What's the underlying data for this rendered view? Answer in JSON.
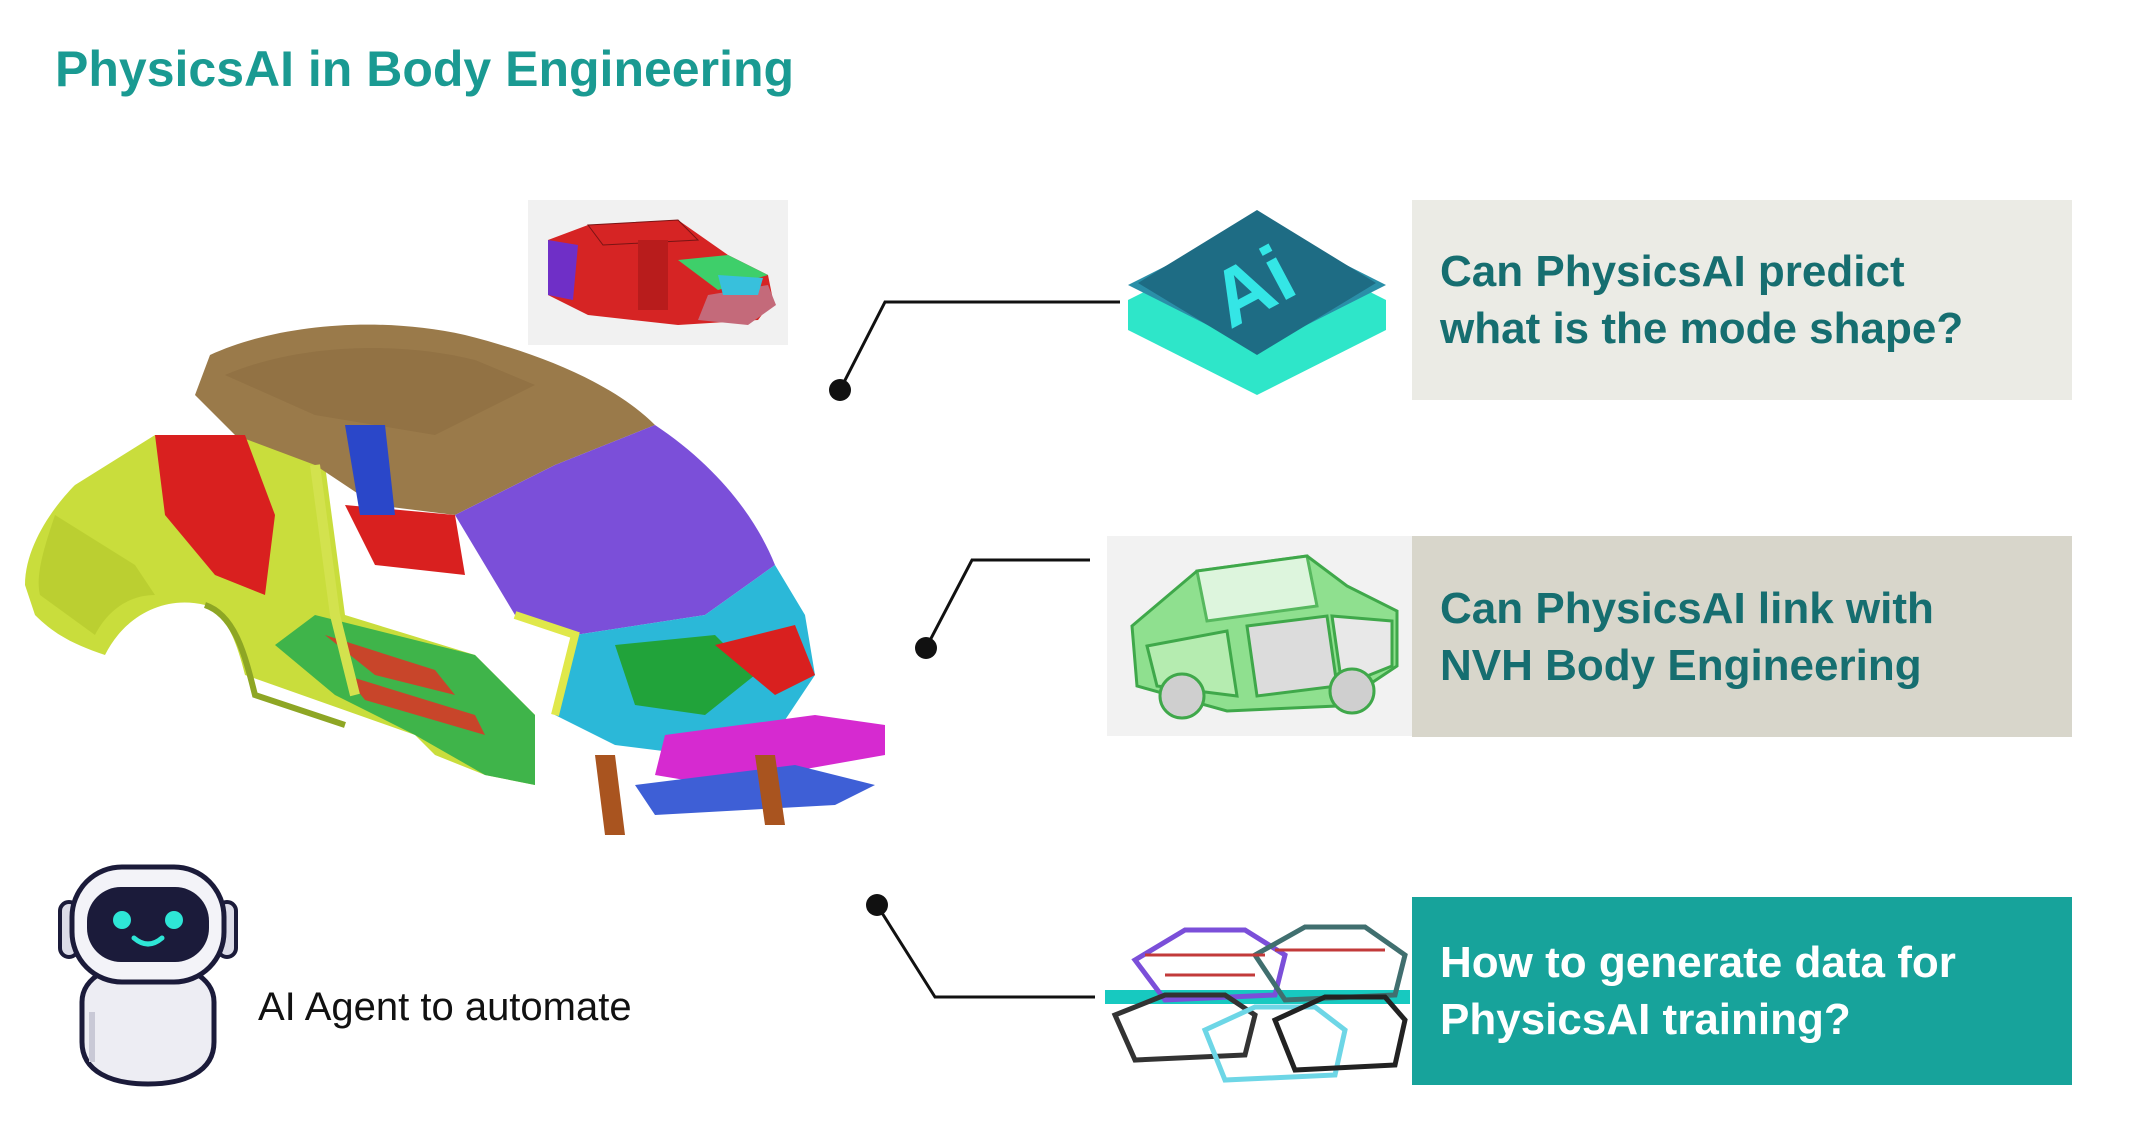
{
  "slide": {
    "title": "PhysicsAI in Body Engineering"
  },
  "questions": [
    {
      "text": "Can PhysicsAI predict\nwhat is the mode shape?"
    },
    {
      "text": "Can PhysicsAI link with\nNVH Body Engineering"
    },
    {
      "text": "How to generate data for\nPhysicsAI training?"
    }
  ],
  "ai_icon": {
    "label": "Ai",
    "icon": "ai-chip-icon"
  },
  "agent": {
    "label": "AI Agent to automate",
    "icon": "robot-icon"
  },
  "colors": {
    "title": "#1a9a92",
    "question_text": "#166e70",
    "box1_bg": "#ebebe5",
    "box2_bg": "#d8d6cb",
    "box3_bg": "#17a39b",
    "ai_icon_dark": "#1e6c84",
    "ai_icon_light": "#2ee6c9"
  }
}
